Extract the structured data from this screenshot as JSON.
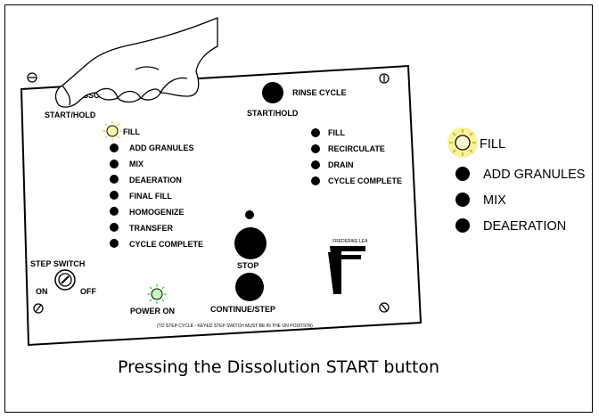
{
  "panel": {
    "dissolution_button_label": "DISSOLU",
    "dissolution_start_label": "START/HOLD",
    "rinse_cycle_label": "RINSE CYCLE",
    "rinse_start_label": "START/HOLD",
    "dissolution_steps": [
      "FILL",
      "ADD GRANULES",
      "MIX",
      "DEAERATION",
      "FINAL FILL",
      "HOMOGENIZE",
      "TRANSFER",
      "CYCLE COMPLETE"
    ],
    "rinse_steps": [
      "FILL",
      "RECIRCULATE",
      "DRAIN",
      "CYCLE COMPLETE"
    ],
    "step_switch_label": "STEP SWITCH",
    "on_label": "ON",
    "off_label": "OFF",
    "power_on_label": "POWER ON",
    "stop_label": "STOP",
    "continue_label": "CONTINUE/STEP",
    "footnote": "(TO STEP CYCLE - KEYED STEP SWITCH MUST BE IN THE ON POSITION)",
    "logo_text": "FREDERIKE LEA"
  },
  "legend": {
    "items": [
      "FILL",
      "ADD GRANULES",
      "MIX",
      "DEAERATION"
    ]
  },
  "caption": "Pressing the Dissolution START button",
  "colors": {
    "lit_yellow": "#f2e84a",
    "lit_green": "#3fd13f",
    "indicator": "#000000"
  }
}
